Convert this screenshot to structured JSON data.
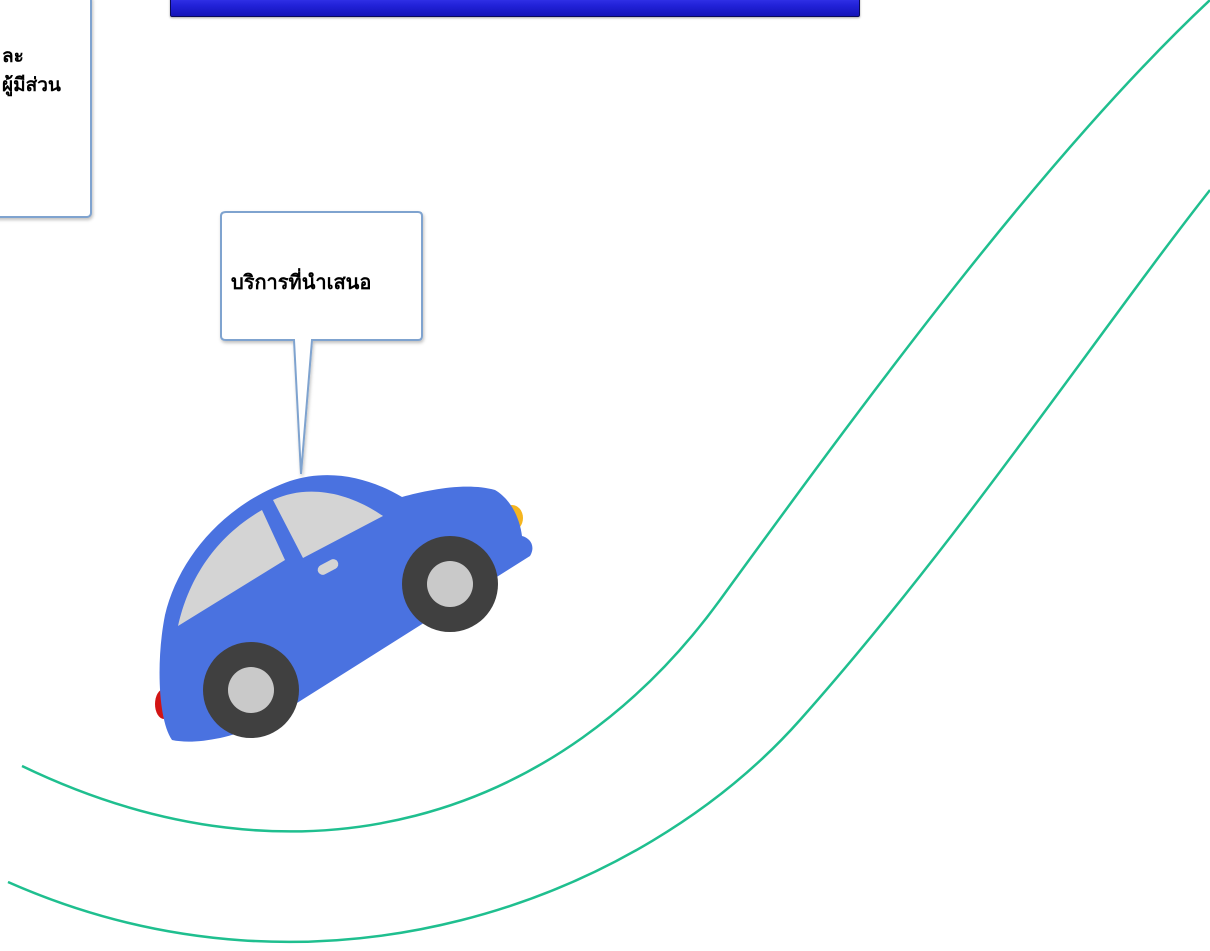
{
  "banner": {
    "fill_color": "#2222d8"
  },
  "left_callout": {
    "line1": "ละ",
    "line2": "ผู้มีส่วน"
  },
  "service_callout": {
    "label": "บริการที่นำเสนอ"
  },
  "road": {
    "line_color": "#1fbf8f"
  },
  "car": {
    "icon": "car-icon",
    "body_color": "#4a72e0",
    "window_color": "#d4d4d4",
    "wheel_color": "#404040",
    "headlight_color": "#f5b51f",
    "taillight_color": "#d21414"
  }
}
